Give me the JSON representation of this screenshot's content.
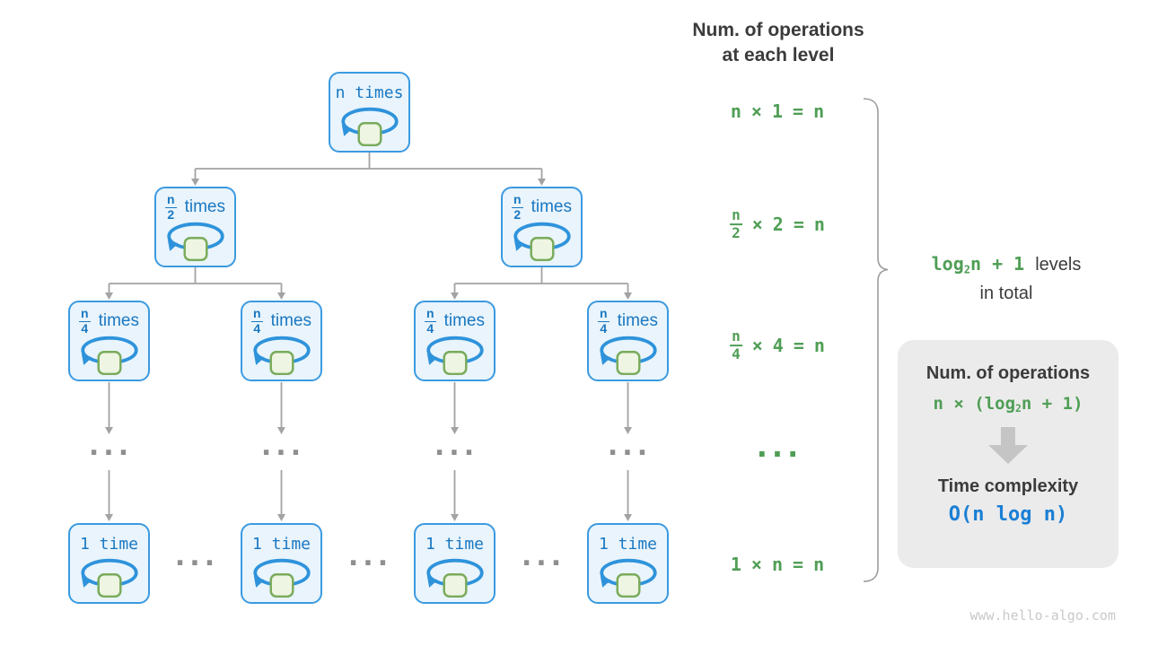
{
  "header": {
    "line1": "Num. of operations",
    "line2": "at each level"
  },
  "tree": {
    "root_label": "n times",
    "l2_num": "n",
    "l2_den": "2",
    "l2_word": "times",
    "l3_num": "n",
    "l3_den": "4",
    "l3_word": "times",
    "leaf_label": "1 time",
    "ellipsis": "···"
  },
  "equations": {
    "row1": {
      "a": "n",
      "op": "×",
      "b": "1",
      "eq": "=",
      "c": "n"
    },
    "row2": {
      "num": "n",
      "den": "2",
      "op": "×",
      "b": "2",
      "eq": "=",
      "c": "n"
    },
    "row3": {
      "num": "n",
      "den": "4",
      "op": "×",
      "b": "4",
      "eq": "=",
      "c": "n"
    },
    "dots": "···",
    "row4": {
      "a": "1",
      "op": "×",
      "b": "n",
      "eq": "=",
      "c": "n"
    }
  },
  "levels_note": {
    "log": "log",
    "sub": "2",
    "rest": "n + 1",
    "tail": "levels",
    "line2": "in total"
  },
  "panel": {
    "title": "Num. of operations",
    "formula": {
      "pre": "n × (",
      "log": "log",
      "sub": "2",
      "post": "n + 1)"
    },
    "subtitle": "Time complexity",
    "result": "O(n log n)"
  },
  "watermark": "www.hello-algo.com",
  "colors": {
    "node_border": "#3B9AE1",
    "node_fill": "#E9F4FC",
    "node_text": "#1A78C2",
    "loop_blue": "#2E93DB",
    "square_fill": "#EEF5E3",
    "square_border": "#79AB5B",
    "green": "#4F9E55",
    "dark_text": "#3B3B3B",
    "result_blue": "#1A7FD5",
    "connector_gray": "#A3A3A3",
    "panel_bg": "#EBEBEB"
  }
}
